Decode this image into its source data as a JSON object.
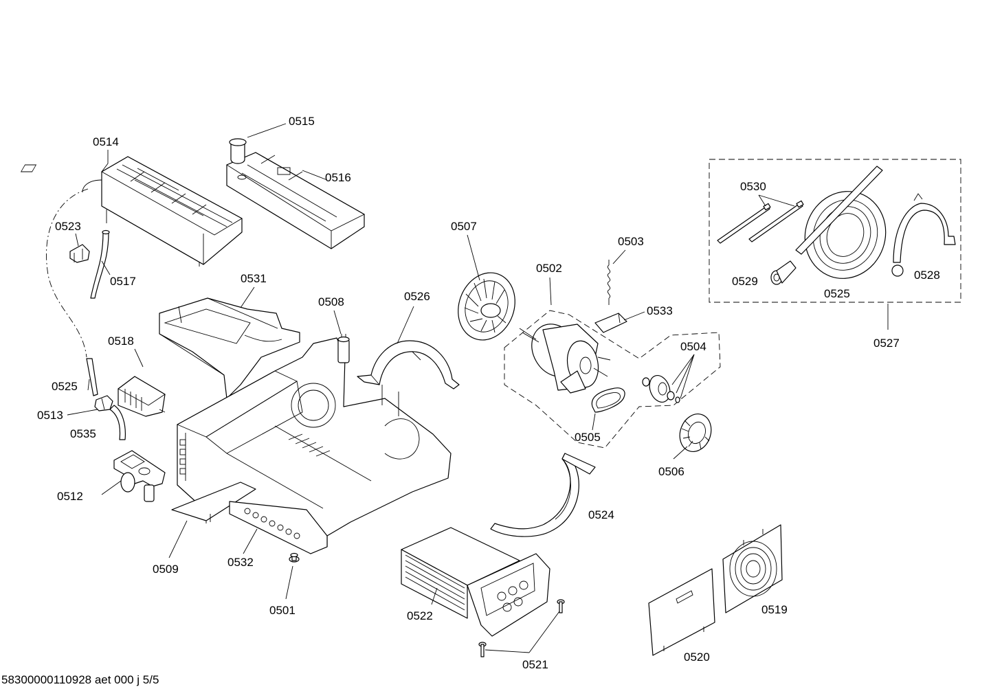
{
  "parts": {
    "p0501": "0501",
    "p0502": "0502",
    "p0503": "0503",
    "p0504": "0504",
    "p0505": "0505",
    "p0506": "0506",
    "p0507": "0507",
    "p0508": "0508",
    "p0509": "0509",
    "p0512": "0512",
    "p0513": "0513",
    "p0514": "0514",
    "p0515": "0515",
    "p0516": "0516",
    "p0517": "0517",
    "p0518": "0518",
    "p0519": "0519",
    "p0520": "0520",
    "p0521": "0521",
    "p0522": "0522",
    "p0523": "0523",
    "p0524": "0524",
    "p0525a": "0525",
    "p0525b": "0525",
    "p0526": "0526",
    "p0527": "0527",
    "p0528": "0528",
    "p0529": "0529",
    "p0530": "0530",
    "p0531": "0531",
    "p0532": "0532",
    "p0533": "0533",
    "p0535": "0535"
  },
  "footer": "58300000110928 aet 000 j 5/5"
}
